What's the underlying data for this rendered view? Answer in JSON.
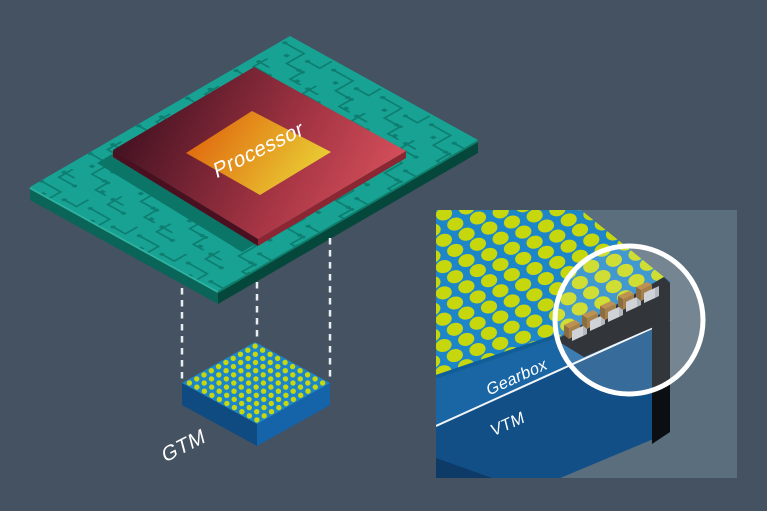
{
  "diagram": {
    "background": "#445262",
    "labels": {
      "processor": "Processor",
      "gtm": "GTM",
      "gearbox": "Gearbox",
      "vtm": "VTM"
    },
    "gtm_chip": {
      "dot_rows": 10,
      "dot_cols": 10
    },
    "inset": {
      "component_count": 5
    },
    "palette": {
      "board_teal": "#17a293",
      "board_trace": "#0e7e71",
      "board_side_left": "#0a6457",
      "board_side_right": "#06473c",
      "board_edge_light": "#2fb3a0",
      "die_dark": "#3f1020",
      "die_mid": "#b13a48",
      "die_red": "#e85a64",
      "die_side_left": "#4a1020",
      "die_side_right": "#8c2633",
      "die_shadow": "#0b7568",
      "core_orange": "#e0660e",
      "core_yellow": "#ead838",
      "chip_top_blue": "#1d86c8",
      "chip_dot": "#c7d70e",
      "chip_side_dark": "#0f4a80",
      "chip_side_mid": "#1563a8",
      "gearbox_front": "#1a65a4",
      "vtm_front": "#114f86",
      "inset_navy": "#0d3a66",
      "channel_black": "#0b0f14",
      "component_tan_top": "#b07c31",
      "component_tan_side": "#74511d",
      "component_tan_front": "#96682a",
      "component_gray_top": "#e6e9ec",
      "component_gray_front": "#c6cad0",
      "component_gray_side": "#a7adb5",
      "panel_bg": "#5b6e7d",
      "dashed_line": "#e9edf0",
      "divider_white": "#f2f5f7",
      "ring_white": "#ffffff"
    }
  }
}
